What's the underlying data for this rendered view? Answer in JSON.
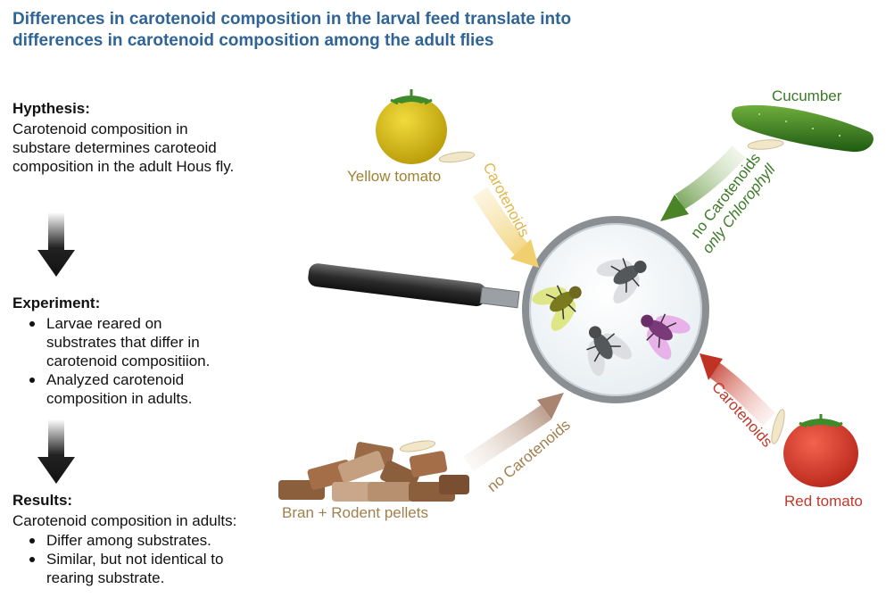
{
  "title": {
    "line1": "Differences in carotenoid composition in the larval feed translate into",
    "line2": "differences in carotenoid composition among the adult flies"
  },
  "hypothesis": {
    "heading": "Hypthesis:",
    "lines": [
      "Carotenoid composition in",
      "substare determines caroteoid",
      "composition in the adult Hous fly."
    ]
  },
  "experiment": {
    "heading": "Experiment:",
    "bullets": [
      [
        "Larvae reared on",
        "substrates that differ in",
        "carotenoid compositiion."
      ],
      [
        "Analyzed carotenoid",
        "composition in adults."
      ]
    ]
  },
  "results": {
    "heading": "Results:",
    "intro": "Carotenoid composition in adults:",
    "bullets": [
      [
        "Differ among substrates."
      ],
      [
        "Similar, but not identical to",
        "rearing substrate."
      ]
    ]
  },
  "substrates": {
    "yellow_tomato": {
      "label": "Yellow tomato",
      "arrow_label": "Carotenoids",
      "color": "#a08232"
    },
    "cucumber": {
      "label": "Cucumber",
      "arrow_label_1": "no Carotenoids",
      "arrow_label_2": "only Chlorophyll",
      "color": "#3b7a26"
    },
    "bran": {
      "label": "Bran + Rodent pellets",
      "arrow_label": "no Carotenoids",
      "color": "#a0804e"
    },
    "red_tomato": {
      "label": "Red tomato",
      "arrow_label": "Carotenoids",
      "color": "#c0392b"
    }
  },
  "colors": {
    "title": "#2f6496",
    "arrow_dark": "#1a1a1a",
    "yellow_arrow": "#f0d27a",
    "green_arrow": "#4f8a2a",
    "brown_arrow": "#b08a74",
    "red_arrow": "#c23a2e"
  },
  "icons": [
    "down-arrow-icon",
    "magnifying-glass-icon",
    "fly-icon",
    "yellow-tomato-icon",
    "cucumber-icon",
    "red-tomato-icon",
    "pellets-icon",
    "larva-icon"
  ]
}
